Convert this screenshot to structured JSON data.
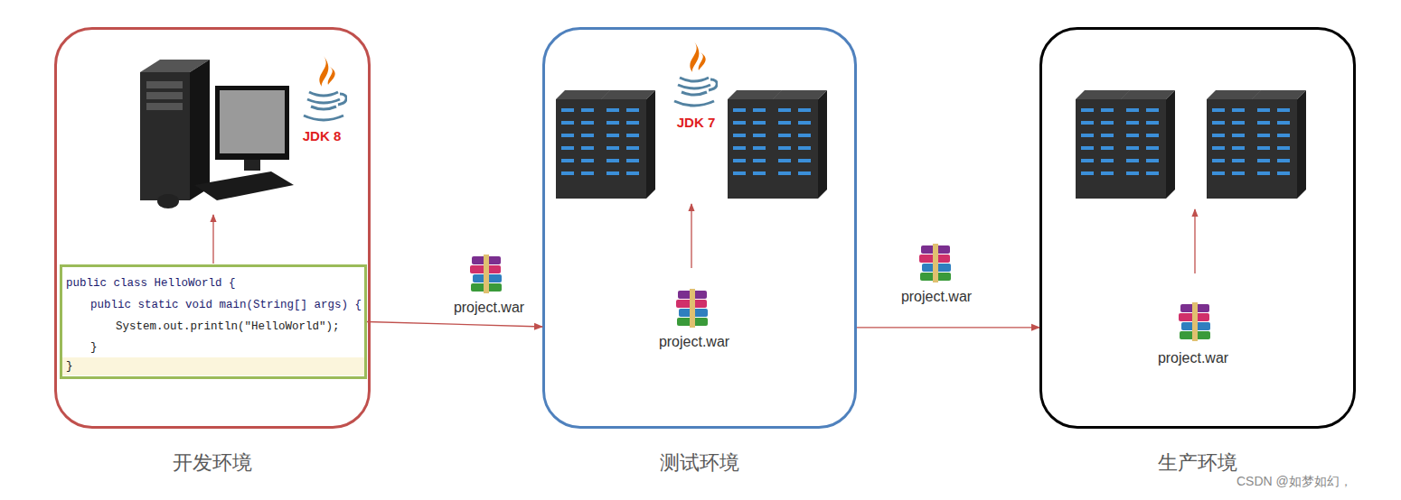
{
  "diagram": {
    "nodes": [
      {
        "text": [
          "开发环境"
        ]
      },
      {
        "text": [
          "public class HelloWorld {",
          "public static void main(String[] args) {",
          "System.out.println(\"HelloWorld\");",
          "}",
          "}"
        ],
        "in": 0
      },
      {
        "text": [
          "测试环境"
        ]
      },
      {
        "text": [
          "生产环境"
        ]
      }
    ],
    "edges": [
      {
        "from": 1,
        "to": 2,
        "arrow": "to",
        "label": "project.war"
      },
      {
        "from": 2,
        "to": 3,
        "arrow": "to",
        "label": "project.war"
      }
    ],
    "labels": [
      "JDK 8",
      "JDK 7",
      "project.war",
      "project.war",
      "CSDN @如梦如幻，"
    ]
  }
}
